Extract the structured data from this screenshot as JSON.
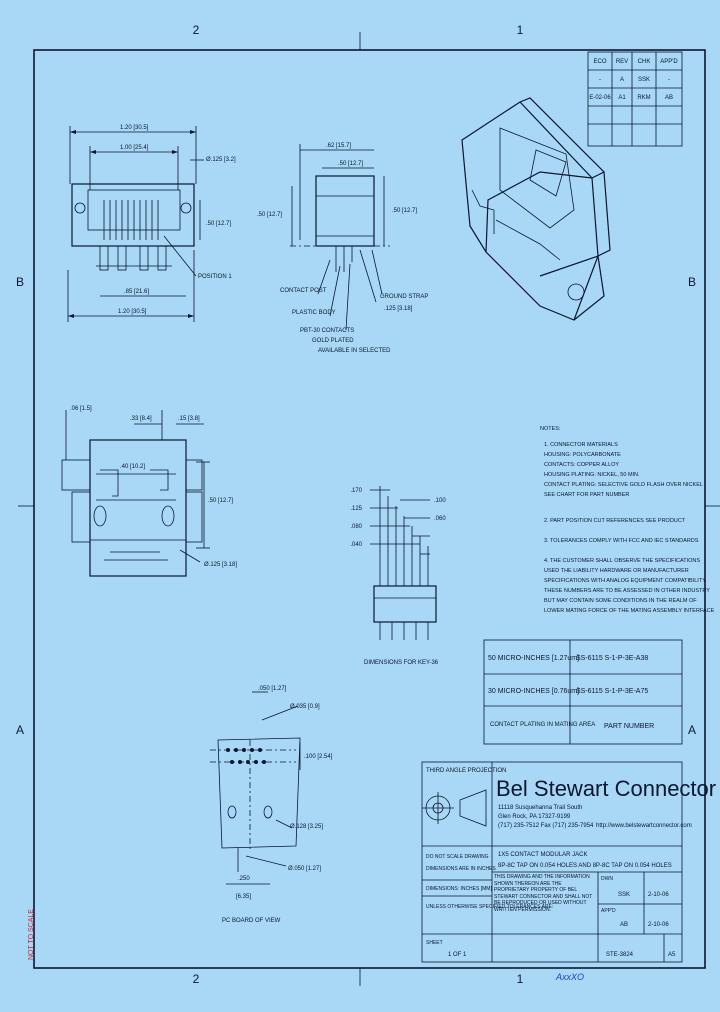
{
  "frame": {
    "col_top_left": "2",
    "col_top_right": "1",
    "row_left": "B",
    "row_right": "B",
    "row_left_lower": "A",
    "row_right_lower": "A",
    "col_bottom_left": "2",
    "col_bottom_right": "1"
  },
  "revision_table": {
    "headers": [
      "ECO",
      "REV",
      "CHK",
      "APP'D"
    ],
    "rows": [
      [
        "-",
        "A",
        "SSK",
        "-"
      ],
      [
        "E-02-06",
        "A1",
        "RKM",
        "AB"
      ]
    ]
  },
  "dims": {
    "front_top_overall": "1.20 [30.5]",
    "front_top_inner": "1.00 [25.4]",
    "front_hole_dia": "Ø.125 [3.2]",
    "front_side_height": ".50 [12.7]",
    "front_position": "POSITION 1",
    "front_bottom_inner": ".85 [21.6]",
    "front_bottom_overall": "1.20 [30.5]",
    "side_top1": ".62 [15.7]",
    "side_top2": ".50 [12.7]",
    "side_left_height": ".50 [12.7]",
    "side_right_height": ".50 [12.7]",
    "side_label1": "CONTACT POST",
    "side_label2": "PLASTIC BODY",
    "side_label3": "PBT-30 CONTACTS",
    "side_label4": "GOLD PLATED",
    "side_label5": "GROUND STRAP",
    "side_label6": ".125 [3.18]",
    "side_label7": "AVAILABLE IN SELECTED",
    "plan_top_left": ".06 [1.5]",
    "plan_top_mid": ".33 [8.4]",
    "plan_top_right": ".15 [3.8]",
    "plan_inner": ".40 [10.2]",
    "plan_right_height": ".50 [12.7]",
    "plan_hole": "Ø.125 [3.18]",
    "pin_dims_a": ".170",
    "pin_dims_b": ".125",
    "pin_dims_c": ".080",
    "pin_dims_d": ".040",
    "pin_dims_e": ".100",
    "pin_dims_f": ".060",
    "pin_dims_caption": "DIMENSIONS FOR KEY-36",
    "pcb_top": ".050 [1.27]",
    "pcb_hole1": "Ø.035 [0.9]",
    "pcb_side": ".100 [2.54]",
    "pcb_hole2": "Ø.128 [3.25]",
    "pcb_hole3": "Ø.050 [1.27]",
    "pcb_bottom1": ".250",
    "pcb_bottom2": "[6.35]",
    "pcb_caption": "PC BOARD OF VIEW"
  },
  "notes": {
    "title": "NOTES:",
    "lines": [
      "1. CONNECTOR MATERIALS",
      "   HOUSING: POLYCARBONATE",
      "   CONTACTS: COPPER ALLOY",
      "   HOUSING PLATING: NICKEL, 50 MIN.",
      "   CONTACT PLATING: SELECTIVE GOLD FLASH OVER NICKEL",
      "   SEE CHART FOR PART NUMBER",
      "",
      "2. PART POSITION CUT REFERENCES SEE PRODUCT",
      "",
      "3. TOLERANCES COMPLY WITH FCC AND IEC STANDARDS",
      "",
      "4. THE CUSTOMER SHALL OBSERVE THE SPECIFICATIONS",
      "   USED THE LIABILITY HARDWARE OR MANUFACTURER",
      "   SPECIFICATIONS WITH ANALOG EQUIPMENT COMPATIBILITY",
      "   THESE NUMBERS ARE TO BE ASSESSED IN OTHER INDUSTRY",
      "   BUT MAY CONTAIN SOME CONDITIONS IN THE REALM OF",
      "   LOWER MATING FORCE OF THE MATING ASSEMBLY INTERFACE"
    ]
  },
  "part_table": {
    "rows": [
      [
        "50 MICRO-INCHES [1.27um]",
        "SS-6115 S-1-P-3E-A38"
      ],
      [
        "30 MICRO-INCHES [0.76um]",
        "SS-6115 S-1-P-3E-A75"
      ]
    ],
    "footer": [
      "CONTACT PLATING IN MATING AREA",
      "PART NUMBER"
    ]
  },
  "title_block": {
    "projection": "THIRD ANGLE PROJECTION",
    "company": "Bel Stewart Connector",
    "address1": "11118 Susquehanna Trail South",
    "address2": "Glen Rock, PA 17327-9199",
    "phone": "(717) 235-7512  Fax (717) 235-7954",
    "website": "http://www.belstewartconnector.com",
    "scale_label": "DO NOT SCALE DRAWING",
    "dims_label": "DIMENSIONS ARE IN INCHES",
    "tolerance_label": "UNLESS OTHERWISE SPECIFIED TOLERANCES ARE:",
    "units_label": "DIMENSIONS: INCHES [MM]",
    "desc1": "1X5 CONTACT MODULAR JACK",
    "desc2": "8P-8C TAP ON 0.054 HOLES AND 8P-8C TAP ON 0.054 HOLES",
    "proprietary": "THIS DRAWING AND THE INFORMATION SHOWN THEREON ARE THE PROPRIETARY PROPERTY OF BEL STEWART CONNECTOR AND SHALL NOT BE REPRODUCED OR USED WITHOUT WRITTEN PERMISSION.",
    "dwn_label": "DWN",
    "dwn": "SSK",
    "dwn_date": "2-10-06",
    "appd_label": "APP'D",
    "appd": "AB",
    "appd_date": "2-10-06",
    "sheet_label": "SHEET",
    "sheet": "1 OF 1",
    "dwg_no": "STE-3824",
    "rev": "A5"
  },
  "stamp": "AxxXO",
  "margin_stamp": "NOT TO SCALE"
}
